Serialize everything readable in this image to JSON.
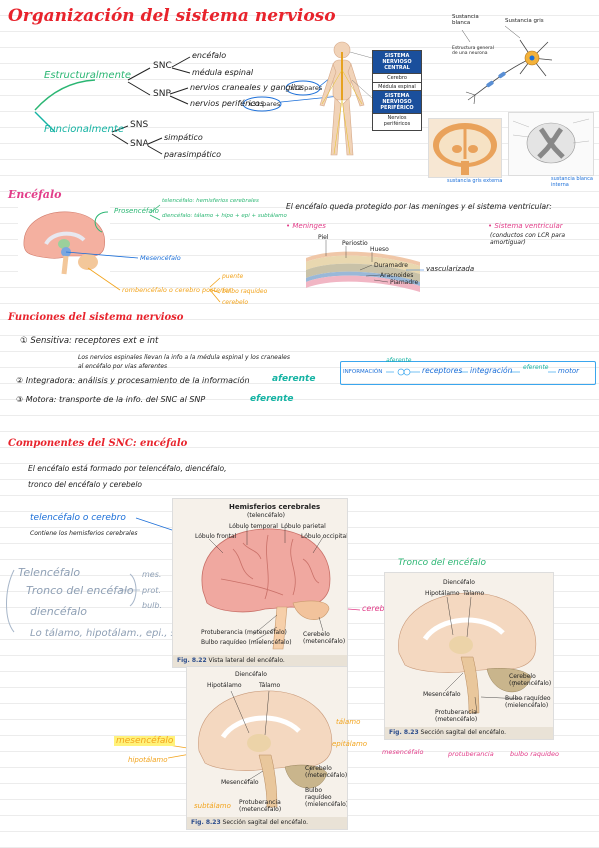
{
  "title": "Organización del sistema nervioso",
  "estructural": {
    "label": "Estructuralmente",
    "snc": "SNC",
    "snc_items": [
      "encéfalo",
      "médula espinal"
    ],
    "snp": "SNP",
    "snp_items": [
      "nervios craneales y ganglios",
      "nervios periféricos"
    ],
    "pares_cran": "x12 pares",
    "pares_esp": "x31 pares"
  },
  "funcional": {
    "label": "Funcionalmente",
    "sns": "SNS",
    "sna": "SNA",
    "sna_items": [
      "simpático",
      "parasimpático"
    ]
  },
  "boxes": {
    "central_title": "SISTEMA NERVIOSO CENTRAL",
    "central_rows": [
      "Cerebro",
      "Médula espinal"
    ],
    "periferico_title": "SISTEMA NERVIOSO PERIFÉRICO",
    "periferico_rows": [
      "Nervios periféricos"
    ]
  },
  "neuron": {
    "top1": "Sustancia blanca",
    "top2": "Sustancia gris",
    "desc": "Estructura general de una neurona"
  },
  "cortes": {
    "gris_label": "sustancia gris externa",
    "blanca_label": "sustancia blanca interna"
  },
  "encefalo": {
    "title": "Encéfalo",
    "prosencefalo": "Prosencéfalo",
    "telencefalo": "telencéfalo: hemisferios cerebrales",
    "diencefalo": "diencéfalo: tálamo + hipo + epi + subtálamo",
    "mesencefalo": "Mesencéfalo",
    "rombencefalo": "rombencéfalo o cerebro posterior",
    "romb_items": [
      "puente",
      "bulbo raquídeo",
      "cerebelo"
    ],
    "protegido": "El encéfalo queda protegido por las meninges y el sistema ventricular:",
    "meninges_label": "• Meninges",
    "ventricular_label": "• Sistema ventricular",
    "ventricular_desc": "(conductos con LCR para amortiguar)",
    "vascularizada": "vascularizada",
    "layers": [
      "Piel",
      "Periostio",
      "Hueso",
      "Duramadre",
      "Aracnoides",
      "Piamadre"
    ]
  },
  "funciones": {
    "title": "Funciones del sistema nervioso",
    "f1": "① Sensitiva: receptores ext e int",
    "f1_desc": "Los nervios espinales llevan la info a la médula espinal y los craneales",
    "f1_desc2": "al encéfalo por vías aferentes",
    "f2": "② Integradora: análisis y procesamiento de la información",
    "f2_tag": "aferente",
    "f3": "③ Motora: transporte de la info. del SNC al SNP",
    "f3_tag": "eferente",
    "flow": {
      "informacion": "INFORMACIÓN",
      "receptores": "receptores",
      "integracion": "integración",
      "motor": "motor",
      "aferente": "aferente",
      "eferente": "eferente"
    }
  },
  "componentes": {
    "title": "Componentes del SNC: encéfalo",
    "intro1": "El encéfalo está formado por telencéfalo, diencéfalo,",
    "intro2": "tronco del encéfalo y cerebelo",
    "telencefalo_o": "telencéfalo o cerebro",
    "telencefalo_desc": "Contiene los hemisferios cerebrales",
    "list": [
      "Telencéfalo",
      "Tronco del encéfalo",
      "diencéfalo",
      "Lo tálamo, hipotálam., epi., sub."
    ],
    "tronco_sub": [
      "mes.",
      "prot.",
      "bulb."
    ],
    "cerebelo_tag": "cerebelo",
    "tronco_title": "Tronco del encéfalo",
    "mesencefalo_tag": "mesencéfalo",
    "hipotalamo_tag": "hipotálamo",
    "subtalamo_tag": "subtálamo",
    "talamo_tag": "tálamo",
    "epitalamo_tag": "epitálamo",
    "mesencefalo_bot": "mesencéfalo",
    "protuberancia_bot": "protuberancia",
    "bulbo_bot": "bulbo raquídeo"
  },
  "fig22": {
    "header": "Hemisferios cerebrales",
    "header2": "(telencéfalo)",
    "labels": [
      "Lóbulo temporal",
      "Lóbulo parietal",
      "Lóbulo frontal",
      "Lóbulo occipital",
      "Protuberancia (metencéfalo)",
      "Bulbo raquídeo (mielencéfalo)",
      "Cerebelo (metencéfalo)"
    ],
    "fig_no": "Fig. 8.22",
    "fig_text": "Vista lateral del encéfalo."
  },
  "fig23a": {
    "labels": [
      "Diencéfalo",
      "Hipotálamo",
      "Tálamo",
      "Cerebelo (metencéfalo)",
      "Mesencéfalo",
      "Bulbo raquídeo (mielencéfalo)",
      "Protuberancia (metencéfalo)"
    ],
    "fig_no": "Fig. 8.23",
    "fig_text": "Sección sagital del encéfalo."
  },
  "fig23b": {
    "labels": [
      "Diencéfalo",
      "Hipotálamo",
      "Tálamo",
      "Cerebelo (metencéfalo)",
      "Mesencéfalo",
      "Bulbo raquídeo (mielencéfalo)",
      "Protuberancia (metencéfalo)"
    ],
    "fig_no": "Fig. 8.23",
    "fig_text": "Sección sagital del encéfalo."
  },
  "colors": {
    "red": "#e8232c",
    "pink": "#e23d89",
    "green": "#2bb673",
    "blue": "#1a6ed8",
    "orange": "#f2a31b"
  }
}
